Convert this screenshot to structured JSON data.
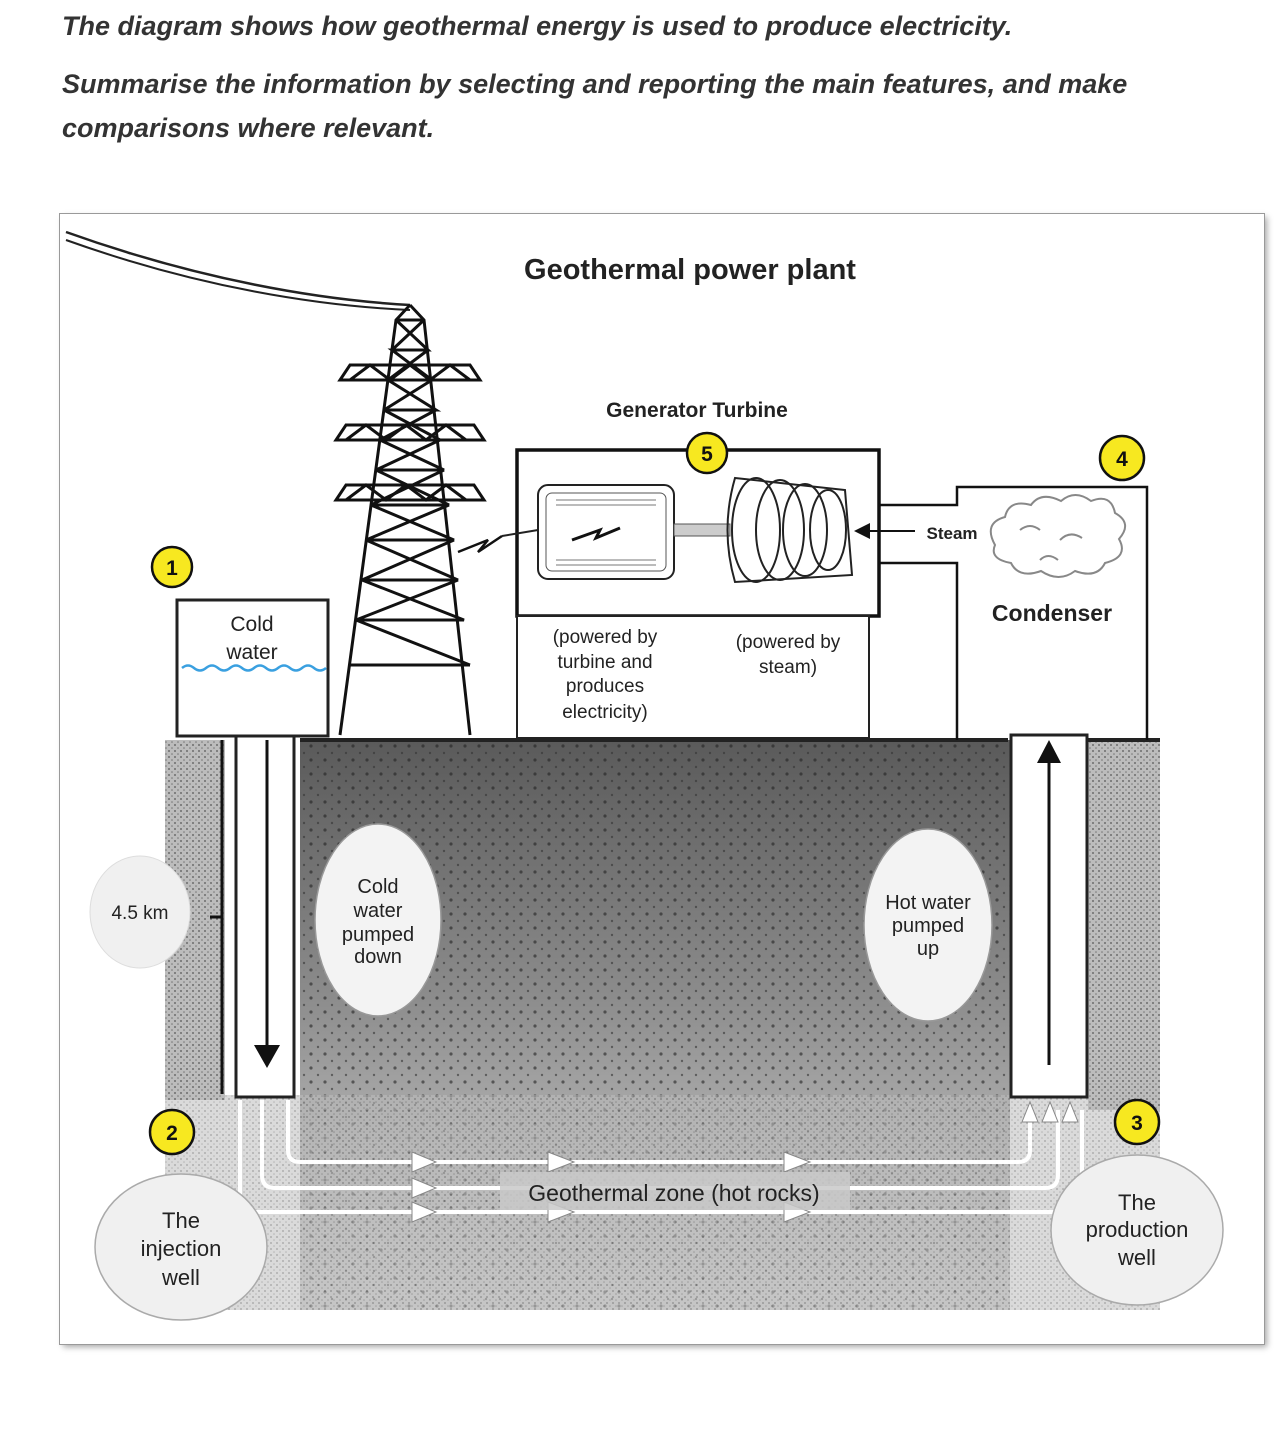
{
  "prompt": {
    "line1": "The diagram shows how geothermal energy is used to produce electricity.",
    "line2": "Summarise the information by selecting and reporting the main features, and make comparisons where relevant."
  },
  "diagram": {
    "title": "Geothermal power plant",
    "generator_turbine_label": "Generator Turbine",
    "steam_label": "Steam",
    "condenser_label": "Condenser",
    "cold_water_tank": [
      "Cold",
      "water"
    ],
    "generator_note": [
      "(powered by",
      "turbine and",
      "produces",
      "electricity)"
    ],
    "turbine_note": [
      "(powered by",
      "steam)"
    ],
    "depth": "4.5 km",
    "cold_pumped": [
      "Cold",
      "water",
      "pumped",
      "down"
    ],
    "hot_pumped": [
      "Hot water",
      "pumped",
      "up"
    ],
    "geothermal_zone": "Geothermal zone (hot rocks)",
    "injection_well": [
      "The",
      "injection",
      "well"
    ],
    "production_well": [
      "The",
      "production",
      "well"
    ],
    "steps": [
      "1",
      "2",
      "3",
      "4",
      "5"
    ]
  },
  "colors": {
    "badge_yellow": "#f7e820",
    "water_blue": "#3aa0e0",
    "ground_dark": "#5f5f5f",
    "rock": "#b8b8b8"
  }
}
